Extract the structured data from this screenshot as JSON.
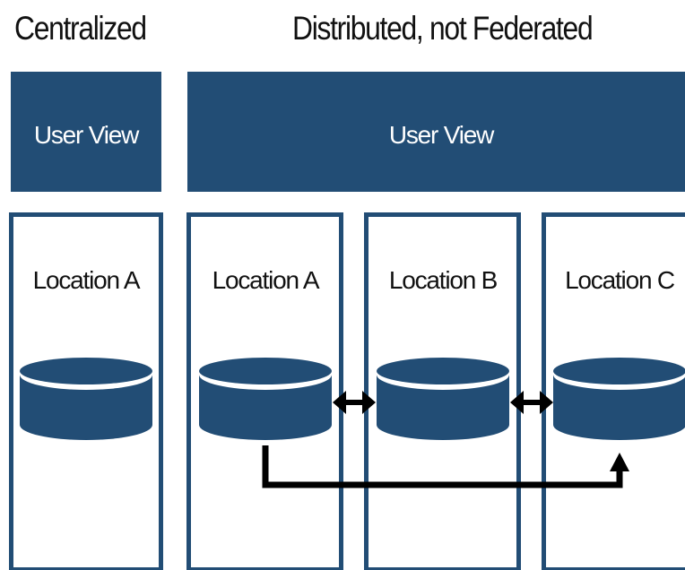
{
  "titles": {
    "centralized": "Centralized",
    "distributed": "Distributed, not Federated"
  },
  "centralized": {
    "user_view": "User View",
    "location": "Location A"
  },
  "distributed": {
    "user_view": "User View",
    "locations": [
      "Location A",
      "Location B",
      "Location C"
    ]
  },
  "colors": {
    "navy": "#224d75",
    "arrow": "#000000",
    "text": "#111111",
    "background": "#ffffff"
  }
}
